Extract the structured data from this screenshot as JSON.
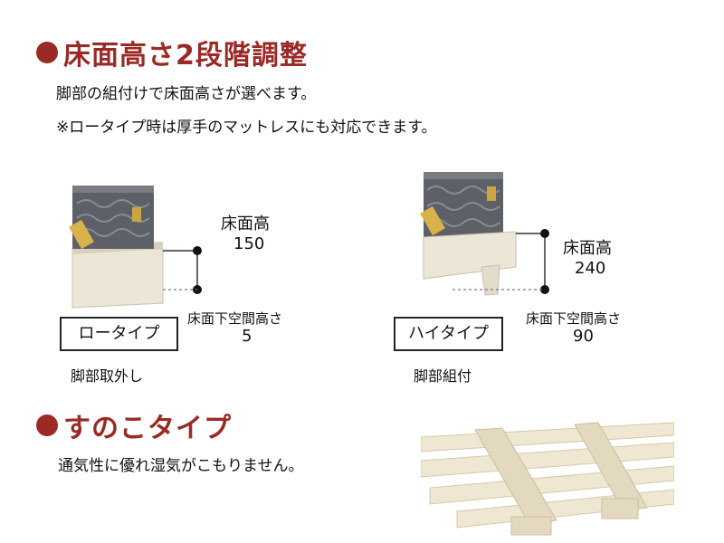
{
  "section_height": {
    "title": "床面高さ2段階調整",
    "line1": "脚部の組付けで床面高さが選べます。",
    "line2": "※ロータイプ時は厚手のマットレスにも対応できます。"
  },
  "low_type": {
    "floor_height_label": "床面高",
    "floor_height_value": "150",
    "under_space_label": "床面下空間高さ",
    "under_space_value": "5",
    "type_label": "ロータイプ",
    "caption": "脚部取外し"
  },
  "high_type": {
    "floor_height_label": "床面高",
    "floor_height_value": "240",
    "under_space_label": "床面下空間高さ",
    "under_space_value": "90",
    "type_label": "ハイタイプ",
    "caption": "脚部組付"
  },
  "section_slat": {
    "title": "すのこタイプ",
    "line1": "通気性に優れ湿気がこもりません。"
  },
  "colors": {
    "accent": "#9a2a25",
    "mattress": "#5e6068",
    "frame": "#e9e3d3"
  }
}
